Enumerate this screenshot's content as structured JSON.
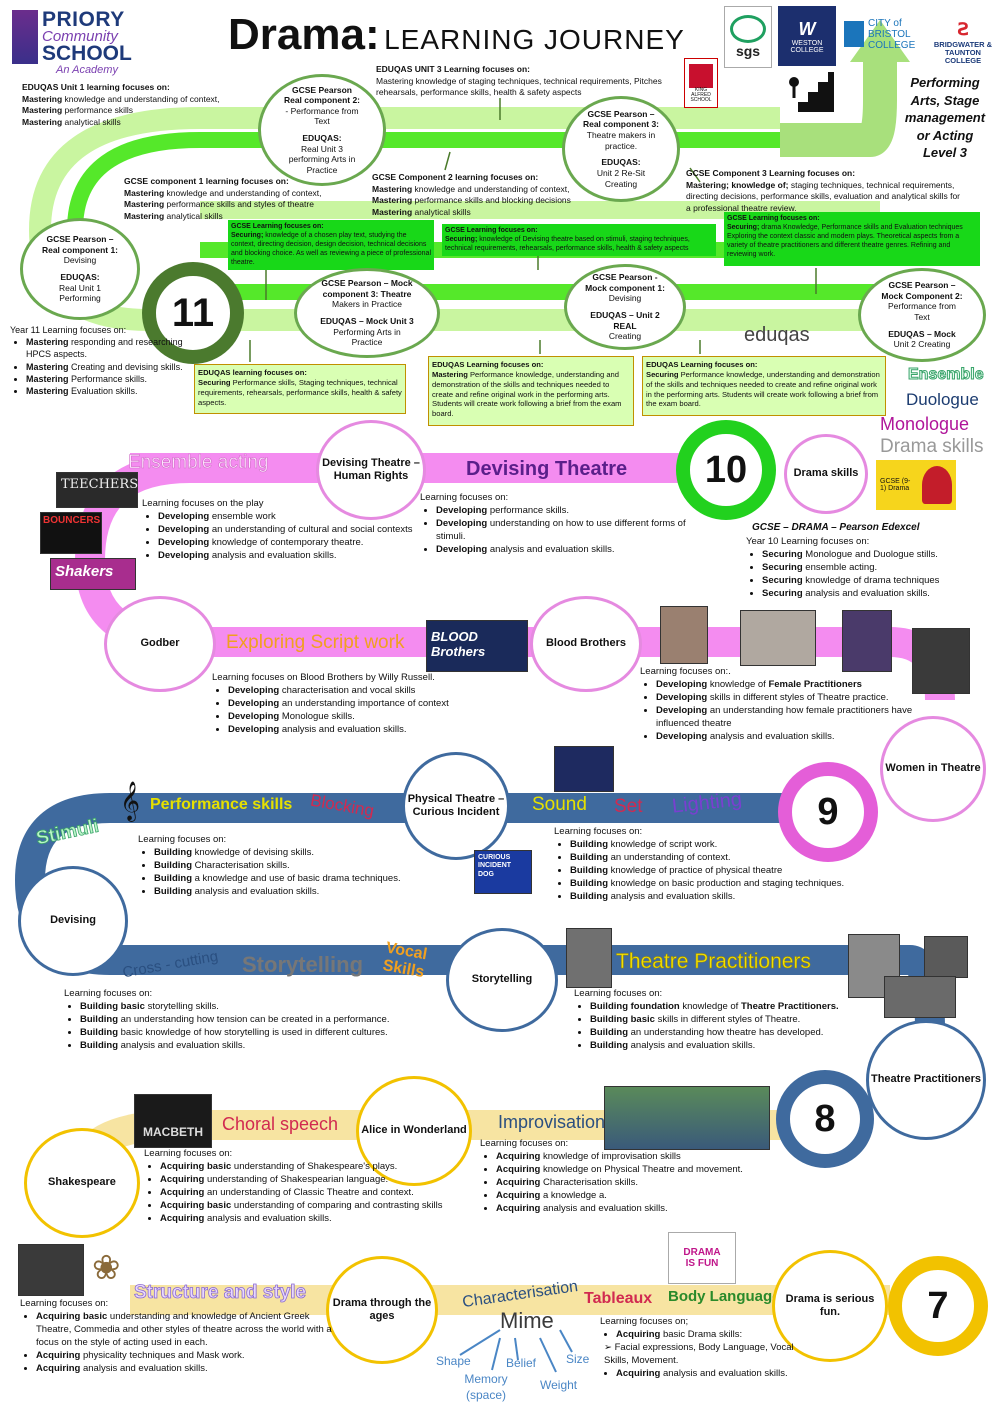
{
  "header": {
    "school_line1": "PRIORY",
    "school_line2": "Community",
    "school_line3": "SCHOOL",
    "school_line4": "An Academy",
    "title_main": "Drama:",
    "title_sub": "LEARNING JOURNEY",
    "partner_sgs": "sgs",
    "partner_weston": "WESTON COLLEGE",
    "partner_bristol": "CITY of BRISTOL COLLEGE",
    "partner_bridgwater": "BRIDGWATER & TAUNTON COLLEGE",
    "partner_kings": "KING ALFRED SCHOOL",
    "career_text": "Performing Arts, Stage management or Acting Level 3"
  },
  "year11": {
    "number": "11",
    "circle_devising": {
      "l1": "GCSE Pearson –",
      "l2": "Real component 1:",
      "l3": "Devising",
      "l4": "EDUQAS:",
      "l5": "Real Unit 1",
      "l6": "Performing"
    },
    "circle_text": {
      "l1": "GCSE Pearson",
      "l2": "Real component 2:",
      "l3": "-  Performance from",
      "l4": "Text",
      "l5": "EDUQAS:",
      "l6": "Real Unit 3",
      "l7": "performing Arts in",
      "l8": "Practice"
    },
    "circle_makers": {
      "l1": "GCSE Pearson –",
      "l2": "Real component 3:",
      "l3": "Theatre makers in",
      "l4": "practice.",
      "l5": "EDUQAS:",
      "l6": "Unit 2 Re-Sit",
      "l7": "Creating"
    },
    "circle_mock3": {
      "l1": "GCSE Pearson – Mock",
      "l2": "component 3: Theatre",
      "l3": "Makers in Practice",
      "l4": "EDUQAS – Mock Unit 3",
      "l5": "Performing Arts in",
      "l6": "Practice"
    },
    "circle_mock1": {
      "l1": "GCSE Pearson -",
      "l2": "Mock component 1:",
      "l3": "Devising",
      "l4": "EDUQAS – Unit 2",
      "l5": "REAL",
      "l6": "Creating"
    },
    "circle_mock2": {
      "l1": "GCSE Pearson –",
      "l2": "Mock Component 2:",
      "l3": "Performance from",
      "l4": "Text",
      "l5": "EDUQAS – Mock",
      "l6": "Unit 2 Creating"
    },
    "eduqas_u1": {
      "head": "EDUQAS Unit 1 learning focuses on:",
      "i1b": "Mastering",
      "i1": " knowledge and understanding of context,",
      "i2b": "Mastering",
      "i2": " performance skills",
      "i3b": "Mastering",
      "i3": " analytical skills"
    },
    "eduqas_u3": {
      "head": "EDUQAS UNIT 3 Learning focuses on:",
      "body": "Mastering knowledge of staging techniques, technical requirements, Pitches rehearsals, performance skills, health & safety aspects"
    },
    "comp1": {
      "head": "GCSE component 1 learning focuses on:",
      "i1b": "Mastering",
      "i1": " knowledge and understanding of context,",
      "i2b": "Mastering",
      "i2": " performance skills and styles of theatre",
      "i3b": "Mastering",
      "i3": " analytical skills"
    },
    "comp2": {
      "head": "GCSE Component 2 learning focuses on:",
      "i1b": "Mastering",
      "i1": " knowledge and understanding of context,",
      "i2b": "Mastering",
      "i2": " performance skills and blocking decisions",
      "i3b": "Mastering",
      "i3": " analytical skills"
    },
    "comp3": {
      "head": "GCSE Component 3 Learning focuses on:",
      "b": "Mastering; knowledge of;",
      "body": " staging techniques, technical requirements, directing decisions, performance skills, evaluation and analytical skills for a professional theatre review."
    },
    "gbox_a": {
      "head": "GCSE Learning focuses on:",
      "b": "Securing;",
      "body": " knowledge of a chosen play text, studying the context, directing decision, design decision, technical decisions and blocking choice. As well as reviewing a piece of professional theatre."
    },
    "gbox_b": {
      "head": "GCSE Learning focuses on:",
      "b": "Securing;",
      "body": " knowledge of Devising theatre based on stimuli, staging techniques, technical requirements,  rehearsals, performance skills, health & safety aspects"
    },
    "gbox_c": {
      "head": "GCSE Learning focuses on:",
      "b": "Securing;",
      "body": " drama Knowledge, Performance skills and Evaluation techniques Exploring the context classic and modern plays. Theoretical aspects from a variety of theatre practitioners and different theatre genres. Refining and reviewing work."
    },
    "ybox_a": {
      "head": "EDUQAS learning focuses on:",
      "b": "Securing",
      "body": " Performance skills, Staging techniques, technical requirements, rehearsals, performance skills, health & safety aspects."
    },
    "ybox_b": {
      "head": "EDUQAS Learning focuses on:",
      "b": "Mastering",
      "body": " Performance knowledge, understanding and demonstration of the skills and techniques needed to create and refine original work in the performing arts. Students will create work following a brief from the exam board."
    },
    "ybox_c": {
      "head": "EDUQAS Learning focuses on:",
      "b": "Securing",
      "body": " Performance knowledge, understanding and demonstration of the skills and techniques needed to create and refine original work in the performing arts. Students will create work following a brief from the exam board."
    },
    "eduqas_logo": "eduqas",
    "focus": {
      "head": "Year 11 Learning focuses on:",
      "i1b": "Mastering",
      "i1": " responding and researching HPCS aspects.",
      "i2b": "Mastering",
      "i2": " Creating and devising skills.",
      "i3b": "Mastering",
      "i3": " Performance skills.",
      "i4b": "Mastering",
      "i4": " Evaluation skills."
    }
  },
  "year10": {
    "number": "10",
    "words": {
      "ensemble_acting": "Ensemble acting",
      "devising_theatre": "Devising Theatre",
      "exploring": "Exploring Script work",
      "ensemble": "Ensemble",
      "duologue": "Duologue",
      "monologue": "Monologue",
      "drama_skills": "Drama skills"
    },
    "circle_devising": "Devising Theatre – Human Rights",
    "circle_drama": "Drama skills",
    "circle_godber": "Godber",
    "circle_blood": "Blood Brothers",
    "circle_women": "Women in Theatre",
    "gcse_badge": "GCSE (9-1) Drama",
    "pearson": "GCSE – DRAMA – Pearson Edexcel",
    "img_teechers": "TEECHERS",
    "img_bouncers": "BOUNCERS",
    "img_shakers": "Shakers",
    "img_blood": "BLOOD Brothers",
    "play_focus": {
      "head": "Learning focuses on the play",
      "i1b": "Developing",
      "i1": " ensemble work",
      "i2b": "Developing",
      "i2": " an understanding of cultural and social contexts",
      "i3b": "Developing",
      "i3": " knowledge of contemporary theatre.",
      "i4b": "Developing",
      "i4": " analysis and evaluation skills."
    },
    "devise_focus": {
      "head": "Learning focuses on:",
      "i1b": "Developing",
      "i1": " performance skills.",
      "i2b": "Developing",
      "i2": " understanding on how to use different forms of stimuli.",
      "i3b": "Developing",
      "i3": " analysis and evaluation skills."
    },
    "year_focus": {
      "head": "Year 10 Learning focuses on:",
      "i1b": "Securing",
      "i1": " Monologue and Duologue stills.",
      "i2b": "Securing",
      "i2": " ensemble acting.",
      "i3b": "Securing",
      "i3": " knowledge of drama techniques",
      "i4b": "Securing",
      "i4": " analysis and evaluation skills."
    },
    "blood_focus": {
      "head": "Learning focuses on Blood Brothers by Willy Russell.",
      "i1b": "Developing",
      "i1": " characterisation and vocal skills",
      "i2b": "Developing",
      "i2": " an understanding importance of context",
      "i3b": "Developing",
      "i3": " Monologue skills.",
      "i4b": "Developing",
      "i4": " analysis and evaluation skills."
    },
    "women_focus": {
      "head": "Learning focuses on:.",
      "i1b": "Developing",
      "i1": " knowledge of ",
      "i1b2": "Female Practitioners",
      "i2b": "Developing",
      "i2": " skills in different styles of Theatre practice.",
      "i3b": "Developing",
      "i3": " an understanding how female practitioners have influenced theatre",
      "i4b": "Developing",
      "i4": " analysis and evaluation skills."
    }
  },
  "year9": {
    "number": "9",
    "words": {
      "performance": "Performance skills",
      "blocking": "Blocking",
      "sound": "Sound",
      "set": "Set",
      "lighting": "Lighting",
      "stimuli": "Stimuli",
      "cross": "Cross - cutting",
      "storytelling": "Storytelling",
      "vocal": "Vocal Skills",
      "practitioners": "Theatre Practitioners"
    },
    "circle_physical": "Physical Theatre – Curious Incident",
    "circle_devising": "Devising",
    "circle_story": "Storytelling",
    "circle_pract": "Theatre Practitioners",
    "img_curious": "CURIOUS INCIDENT DOG",
    "perf_focus": {
      "head": "Learning focuses on:",
      "i1b": "Building",
      "i1": " knowledge of devising skills.",
      "i2b": "Building",
      "i2": " Characterisation skills.",
      "i3b": "Building",
      "i3": " a knowledge and use of basic drama techniques.",
      "i4b": "Building",
      "i4": " analysis and evaluation skills."
    },
    "script_focus": {
      "head": "Learning focuses on:",
      "i1b": "Building",
      "i1": " knowledge of script work.",
      "i2b": "Building",
      "i2": " an understanding of context.",
      "i3b": "Building",
      "i3": " knowledge of practice of physical theatre",
      "i4b": "Building",
      "i4": " knowledge on basic production and staging techniques.",
      "i5b": "Building",
      "i5": " analysis and evaluation skills."
    },
    "story_focus": {
      "head": "Learning focuses on:",
      "i1b": "Building basic",
      "i1": " storytelling skills.",
      "i2b": "Building",
      "i2": " an understanding how tension can be created in a performance.",
      "i3b": "Building",
      "i3": " basic knowledge of how storytelling is used in different cultures.",
      "i4b": "Building",
      "i4": " analysis and evaluation skills."
    },
    "pract_focus": {
      "head": "Learning focuses on:",
      "i1b": "Building foundation",
      "i1": " knowledge of ",
      "i1b2": "Theatre Practitioners.",
      "i2b": "Building basic",
      "i2": " skills in different styles of Theatre.",
      "i3b": "Building",
      "i3": " an understanding how theatre has developed.",
      "i4b": "Building",
      "i4": " analysis and evaluation skills."
    }
  },
  "year8": {
    "number": "8",
    "words": {
      "choral": "Choral speech",
      "improvisation": "Improvisation"
    },
    "circle_alice": "Alice in Wonderland",
    "circle_shakespeare": "Shakespeare",
    "img_macbeth": "MACBETH",
    "shakes_focus": {
      "head": "Learning focuses on:",
      "i1b": "Acquiring basic",
      "i1": " understanding of Shakespeare's plays.",
      "i2b": "Acquiring",
      "i2": " understanding of Shakespearian language.",
      "i3b": "Acquiring",
      "i3": " an understanding of Classic Theatre and context.",
      "i4b": "Acquiring basic",
      "i4": " understanding of comparing and contrasting skills",
      "i5b": "Acquiring",
      "i5": " analysis and evaluation skills."
    },
    "impro_focus": {
      "head": "Learning focuses on:",
      "i1b": "Acquiring",
      "i1": " knowledge of improvisation skills",
      "i2b": "Acquiring",
      "i2": " knowledge on Physical Theatre and movement.",
      "i3b": "Acquiring",
      "i3": " Characterisation skills.",
      "i4b": "Acquiring",
      "i4": " a knowledge a.",
      "i5b": "Acquiring",
      "i5": " analysis and evaluation skills."
    }
  },
  "year7": {
    "number": "7",
    "words": {
      "structure": "Structure and style",
      "characterisation": "Characterisation",
      "tableaux": "Tableaux",
      "body": "Body Language",
      "mime": "Mime",
      "shape": "Shape",
      "belief": "Belief",
      "size": "Size",
      "memory": "Memory (space)",
      "weight": "Weight"
    },
    "circle_ages": "Drama through the ages",
    "circle_fun": "Drama is serious fun.",
    "img_fun": "DRAMA IS FUN",
    "ages_focus": {
      "head": "Learning focuses on:",
      "i1b": "Acquiring basic",
      "i1": " understanding and knowledge of Ancient Greek Theatre, Commedia and other styles of theatre across the world with a focus on the style of acting used in each.",
      "i2b": "Acquiring",
      "i2": " physicality techniques and Mask work.",
      "i3b": "Acquiring",
      "i3": " analysis and evaluation skills."
    },
    "fun_focus": {
      "head": "Learning focuses on;",
      "i1b": "Acquiring",
      "i1": " basic Drama skills:",
      "i2": "Facial expressions, Body Language, Vocal Skills, Movement.",
      "i3b": "Acquiring",
      "i3": " analysis and evaluation skills."
    }
  },
  "colors": {
    "green": "#55e82a",
    "light_green": "#c9f5a0",
    "pink": "#f48cf0",
    "blue": "#3f6a9e",
    "yellow": "#f7d774",
    "gold": "#f2c200"
  }
}
